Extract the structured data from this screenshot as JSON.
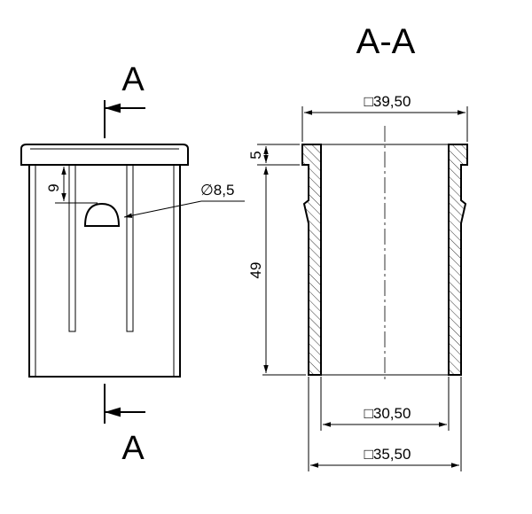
{
  "section_title": "A-A",
  "section_marker_top": "A",
  "section_marker_bottom": "A",
  "dimensions": {
    "outer_top_width": "□39,50",
    "flange_height": "5",
    "body_height": "49",
    "inner_width": "□30,50",
    "outer_body_width": "□35,50",
    "hole_height": "9",
    "hole_diameter": "∅8,5"
  }
}
